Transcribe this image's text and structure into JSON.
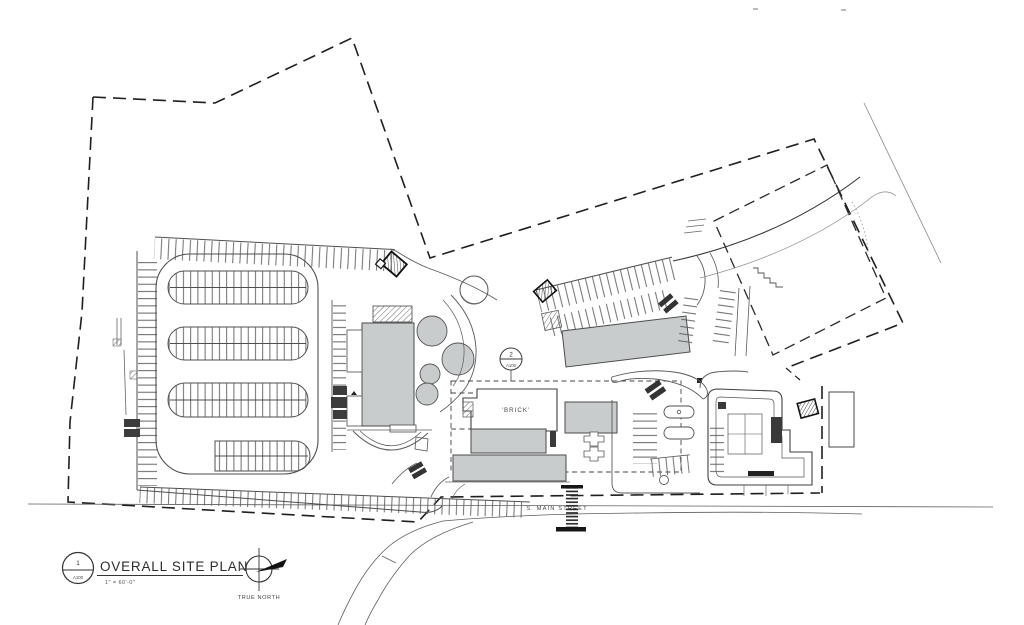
{
  "meta": {
    "drawing_type": "architectural site plan",
    "background": "#ffffff",
    "ink_color": "#2b2b2b",
    "building_fill": "#c9cccd"
  },
  "labels": {
    "street": "S. MAIN STREET",
    "building_material": "'BRICK'"
  },
  "detail_callout": {
    "number": "2",
    "sheet": "A100"
  },
  "title_block": {
    "detail_number": "1",
    "sheet": "A100",
    "title": "OVERALL SITE PLAN",
    "scale": "1\" = 60'-0\"",
    "north_label": "TRUE NORTH"
  }
}
